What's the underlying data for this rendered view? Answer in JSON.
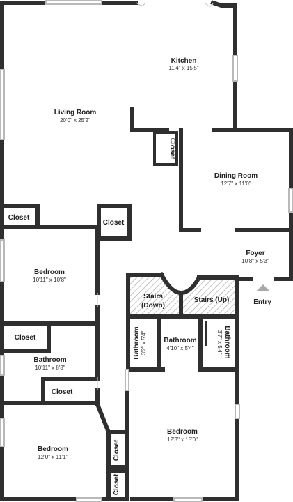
{
  "rooms": {
    "kitchen": {
      "name": "Kitchen",
      "dims": "11'4\" x 15'5\""
    },
    "living_room": {
      "name": "Living Room",
      "dims": "20'0\" x 25'2\""
    },
    "closet_vertical": {
      "name": "Closet"
    },
    "dining_room": {
      "name": "Dining Room",
      "dims": "12'7\" x 11'0\""
    },
    "closet_left": {
      "name": "Closet"
    },
    "closet_mid": {
      "name": "Closet"
    },
    "foyer": {
      "name": "Foyer",
      "dims": "10'8\" x 5'3\""
    },
    "bedroom_1": {
      "name": "Bedroom",
      "dims": "10'11\" x 10'8\""
    },
    "stairs_down": {
      "name": "Stairs",
      "sub": "(Down)"
    },
    "stairs_up": {
      "name": "Stairs (Up)"
    },
    "entry": {
      "name": "Entry"
    },
    "closet_small": {
      "name": "Closet"
    },
    "bathroom_left": {
      "name": "Bathroom",
      "dims": "10'11\" x 8'8\""
    },
    "bathroom_small_left": {
      "name": "Bathroom",
      "dims": "3'2\" x 5'4\""
    },
    "bathroom_center": {
      "name": "Bathroom",
      "dims": "4'10\" x 5'4\""
    },
    "bathroom_small_right": {
      "name": "Bathroom",
      "dims": "3'7\" x 5'4\""
    },
    "closet_lower": {
      "name": "Closet"
    },
    "bedroom_2": {
      "name": "Bedroom",
      "dims": "12'3\" x 15'0\""
    },
    "bedroom_3": {
      "name": "Bedroom",
      "dims": "12'0\" x 11'1\""
    },
    "closet_bottom_1": {
      "name": "Closet"
    },
    "closet_bottom_2": {
      "name": "Closet"
    }
  },
  "colors": {
    "wall": "#2f2f2f",
    "window": "#b9b9b9",
    "hatch": "#9a9a9a",
    "entry_marker": "#a8a8a8"
  }
}
